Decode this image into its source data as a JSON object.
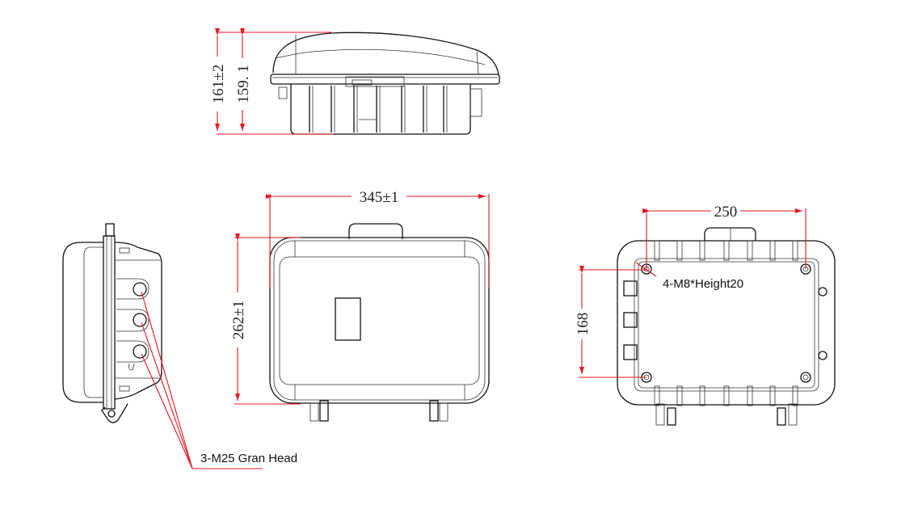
{
  "drawing": {
    "colors": {
      "dimension": "#e8141c",
      "outline": "#111111",
      "background": "#ffffff"
    },
    "views": {
      "side_top": {
        "dimensions": {
          "overall_height": "161±2",
          "height_body": "159. 1"
        }
      },
      "front": {
        "dimensions": {
          "width": "345±1",
          "height": "262±1"
        }
      },
      "back": {
        "dimensions": {
          "mount_width": "250",
          "mount_height": "168"
        },
        "callout": "4-M8*Height20"
      },
      "side_left": {
        "callout": "3-M25 Gran Head"
      }
    }
  }
}
